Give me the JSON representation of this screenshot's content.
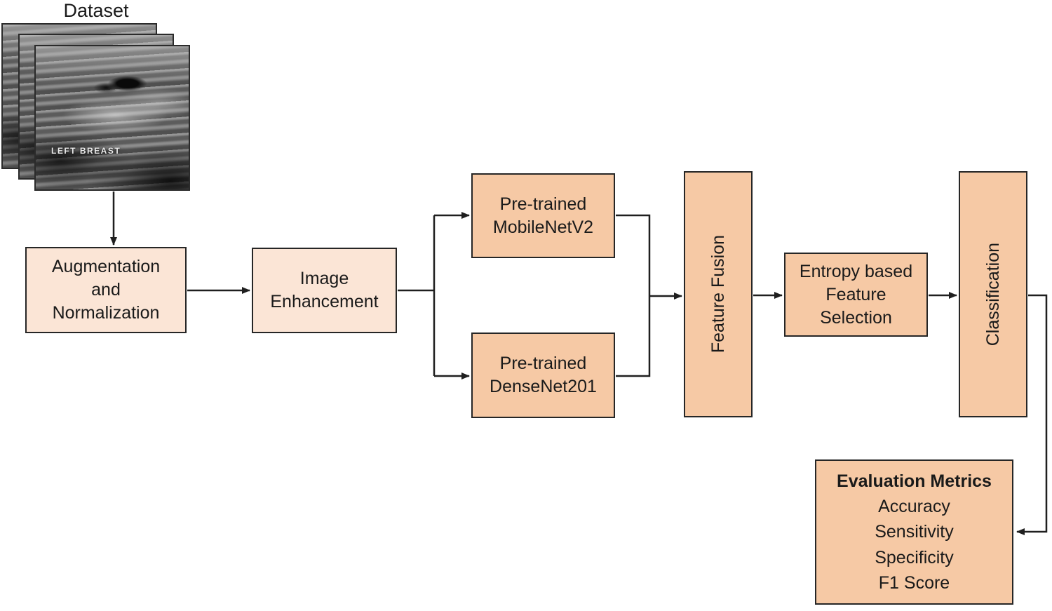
{
  "diagram": {
    "dataset_label": "Dataset",
    "image_caption": "LEFT BREAST",
    "colors": {
      "light_box": "#fbe5d6",
      "dark_box": "#f6c9a5",
      "border": "#262626",
      "arrow": "#1f1f1f"
    },
    "nodes": {
      "augmentation": {
        "label": "Augmentation\nand\nNormalization"
      },
      "enhancement": {
        "label": "Image\nEnhancement"
      },
      "mobilenet": {
        "label": "Pre-trained\nMobileNetV2"
      },
      "densenet": {
        "label": "Pre-trained\nDenseNet201"
      },
      "fusion": {
        "label": "Feature Fusion"
      },
      "entropy": {
        "label": "Entropy based\nFeature\nSelection"
      },
      "classification": {
        "label": "Classification"
      },
      "evaluation": {
        "title": "Evaluation Metrics",
        "items": [
          "Accuracy",
          "Sensitivity",
          "Specificity",
          "F1 Score"
        ]
      }
    }
  }
}
